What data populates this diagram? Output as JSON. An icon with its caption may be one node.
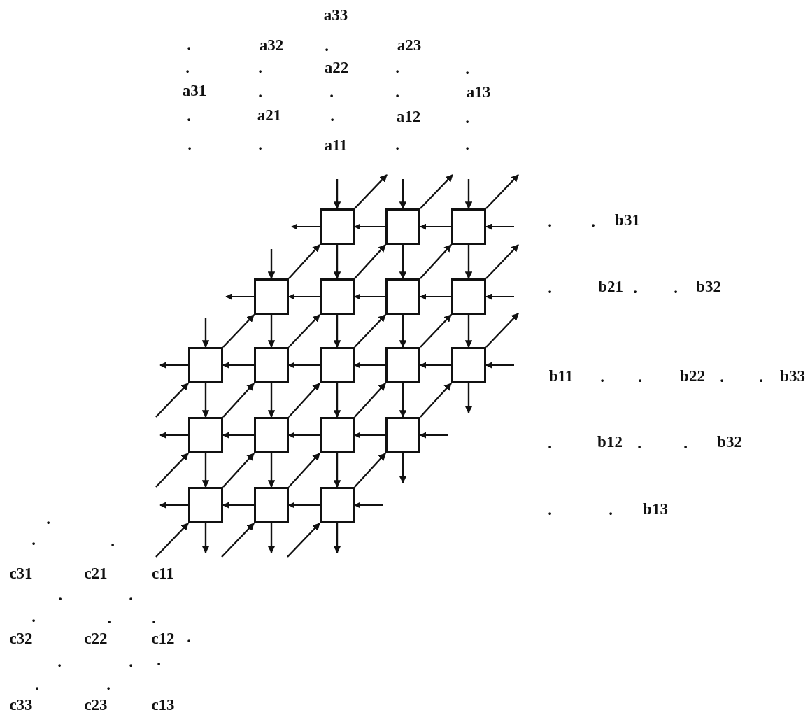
{
  "diagram": {
    "nodes": [
      {
        "text": [],
        "shape": "box"
      },
      {
        "text": [],
        "shape": "box"
      },
      {
        "text": [],
        "shape": "box"
      },
      {
        "text": [],
        "shape": "box"
      },
      {
        "text": [],
        "shape": "box"
      },
      {
        "text": [],
        "shape": "box"
      },
      {
        "text": [],
        "shape": "box"
      },
      {
        "text": [],
        "shape": "box"
      },
      {
        "text": [],
        "shape": "box"
      },
      {
        "text": [],
        "shape": "box"
      },
      {
        "text": [],
        "shape": "box"
      },
      {
        "text": [],
        "shape": "box"
      },
      {
        "text": [],
        "shape": "box"
      },
      {
        "text": [],
        "shape": "box"
      },
      {
        "text": [],
        "shape": "box"
      },
      {
        "text": [],
        "shape": "box"
      },
      {
        "text": [],
        "shape": "box"
      },
      {
        "text": [],
        "shape": "box"
      },
      {
        "text": [],
        "shape": "box"
      }
    ],
    "edges": [
      {
        "from": null,
        "to": 0,
        "arrow": "to"
      },
      {
        "from": null,
        "to": 1,
        "arrow": "to"
      },
      {
        "from": null,
        "to": 2,
        "arrow": "to"
      },
      {
        "from": null,
        "to": 3,
        "arrow": "to"
      },
      {
        "from": null,
        "to": 7,
        "arrow": "to"
      },
      {
        "from": 0,
        "to": 4,
        "arrow": "to"
      },
      {
        "from": 1,
        "to": 5,
        "arrow": "to"
      },
      {
        "from": 2,
        "to": 6,
        "arrow": "to"
      },
      {
        "from": 3,
        "to": 8,
        "arrow": "to"
      },
      {
        "from": 4,
        "to": 9,
        "arrow": "to"
      },
      {
        "from": 5,
        "to": 10,
        "arrow": "to"
      },
      {
        "from": 6,
        "to": 11,
        "arrow": "to"
      },
      {
        "from": 7,
        "to": 12,
        "arrow": "to"
      },
      {
        "from": 8,
        "to": 13,
        "arrow": "to"
      },
      {
        "from": 9,
        "to": 14,
        "arrow": "to"
      },
      {
        "from": 10,
        "to": 15,
        "arrow": "to"
      },
      {
        "from": 12,
        "to": 16,
        "arrow": "to"
      },
      {
        "from": 13,
        "to": 17,
        "arrow": "to"
      },
      {
        "from": 14,
        "to": 18,
        "arrow": "to"
      },
      {
        "from": 16,
        "to": null,
        "arrow": "to"
      },
      {
        "from": 17,
        "to": null,
        "arrow": "to"
      },
      {
        "from": 18,
        "to": null,
        "arrow": "to"
      },
      {
        "from": 15,
        "to": null,
        "arrow": "to"
      },
      {
        "from": 11,
        "to": null,
        "arrow": "to"
      },
      {
        "from": null,
        "to": 2,
        "arrow": "to"
      },
      {
        "from": null,
        "to": 6,
        "arrow": "to"
      },
      {
        "from": null,
        "to": 11,
        "arrow": "to"
      },
      {
        "from": null,
        "to": 15,
        "arrow": "to"
      },
      {
        "from": null,
        "to": 18,
        "arrow": "to"
      },
      {
        "from": 2,
        "to": 1,
        "arrow": "to"
      },
      {
        "from": 1,
        "to": 0,
        "arrow": "to"
      },
      {
        "from": 6,
        "to": 5,
        "arrow": "to"
      },
      {
        "from": 5,
        "to": 4,
        "arrow": "to"
      },
      {
        "from": 4,
        "to": 3,
        "arrow": "to"
      },
      {
        "from": 11,
        "to": 10,
        "arrow": "to"
      },
      {
        "from": 10,
        "to": 9,
        "arrow": "to"
      },
      {
        "from": 9,
        "to": 8,
        "arrow": "to"
      },
      {
        "from": 8,
        "to": 7,
        "arrow": "to"
      },
      {
        "from": 15,
        "to": 14,
        "arrow": "to"
      },
      {
        "from": 14,
        "to": 13,
        "arrow": "to"
      },
      {
        "from": 13,
        "to": 12,
        "arrow": "to"
      },
      {
        "from": 18,
        "to": 17,
        "arrow": "to"
      },
      {
        "from": 17,
        "to": 16,
        "arrow": "to"
      },
      {
        "from": 0,
        "to": null,
        "arrow": "to"
      },
      {
        "from": 3,
        "to": null,
        "arrow": "to"
      },
      {
        "from": 7,
        "to": null,
        "arrow": "to"
      },
      {
        "from": 12,
        "to": null,
        "arrow": "to"
      },
      {
        "from": 16,
        "to": null,
        "arrow": "to"
      },
      {
        "from": null,
        "to": 7,
        "arrow": "to"
      },
      {
        "from": null,
        "to": 12,
        "arrow": "to"
      },
      {
        "from": null,
        "to": 16,
        "arrow": "to"
      },
      {
        "from": null,
        "to": 17,
        "arrow": "to"
      },
      {
        "from": null,
        "to": 18,
        "arrow": "to"
      },
      {
        "from": 3,
        "to": 0,
        "arrow": "to"
      },
      {
        "from": 4,
        "to": 1,
        "arrow": "to"
      },
      {
        "from": 5,
        "to": 2,
        "arrow": "to"
      },
      {
        "from": 7,
        "to": 3,
        "arrow": "to"
      },
      {
        "from": 8,
        "to": 4,
        "arrow": "to"
      },
      {
        "from": 9,
        "to": 5,
        "arrow": "to"
      },
      {
        "from": 10,
        "to": 6,
        "arrow": "to"
      },
      {
        "from": 12,
        "to": 8,
        "arrow": "to"
      },
      {
        "from": 13,
        "to": 9,
        "arrow": "to"
      },
      {
        "from": 14,
        "to": 10,
        "arrow": "to"
      },
      {
        "from": 15,
        "to": 11,
        "arrow": "to"
      },
      {
        "from": 16,
        "to": 13,
        "arrow": "to"
      },
      {
        "from": 17,
        "to": 14,
        "arrow": "to"
      },
      {
        "from": 18,
        "to": 15,
        "arrow": "to"
      },
      {
        "from": 0,
        "to": null,
        "arrow": "to"
      },
      {
        "from": 1,
        "to": null,
        "arrow": "to"
      },
      {
        "from": 2,
        "to": null,
        "arrow": "to"
      },
      {
        "from": 6,
        "to": null,
        "arrow": "to"
      },
      {
        "from": 11,
        "to": null,
        "arrow": "to"
      }
    ],
    "labels": [
      "a33",
      ".",
      "a32",
      ".",
      "a23",
      ".",
      ".",
      "a22",
      ".",
      ".",
      "a31",
      ".",
      ".",
      ".",
      "a13",
      ".",
      "a21",
      ".",
      "a12",
      ".",
      ".",
      ".",
      "a11",
      ".",
      ".",
      ".",
      ".",
      "b31",
      ".",
      "b21",
      ".",
      ".",
      "b32",
      "b11",
      ".",
      ".",
      "b22",
      ".",
      ".",
      "b33",
      ".",
      "b12",
      ".",
      ".",
      "b32",
      ".",
      ".",
      "b13",
      ".",
      ".",
      ".",
      "c31",
      "c21",
      "c11",
      ".",
      ".",
      ".",
      ".",
      ".",
      "c32",
      "c22",
      "c12",
      ".",
      ".",
      ".",
      ".",
      ".",
      ".",
      "c33",
      "c23",
      "c13"
    ]
  }
}
